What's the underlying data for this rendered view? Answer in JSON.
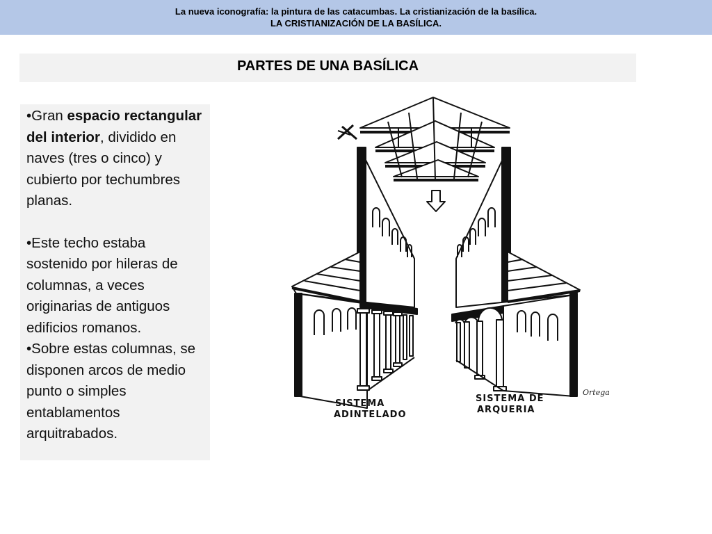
{
  "header": {
    "line1": "La nueva iconografía: la pintura de las catacumbas. La cristianización de la basílica.",
    "line2": "LA CRISTIANIZACIÓN DE LA BASÍLICA."
  },
  "title": "PARTES DE UNA BASÍLICA",
  "bullets": [
    {
      "pre": "•Gran ",
      "bold": "espacio rectangular del interior",
      "post": ", dividido en naves (tres o cinco) y cubierto por techumbres planas."
    },
    {
      "text": "•Este techo estaba sostenido por hileras de columnas, a veces originarias de antiguos edificios romanos."
    },
    {
      "text": "•Sobre estas columnas, se disponen arcos de medio punto o simples entablamentos arquitrabados."
    }
  ],
  "drawing": {
    "caption_left_1": "SISTEMA",
    "caption_left_2": "ADINTELADO",
    "caption_right_1": "SISTEMA DE",
    "caption_right_2": "ARQUERIA",
    "signature": "Ortega"
  }
}
